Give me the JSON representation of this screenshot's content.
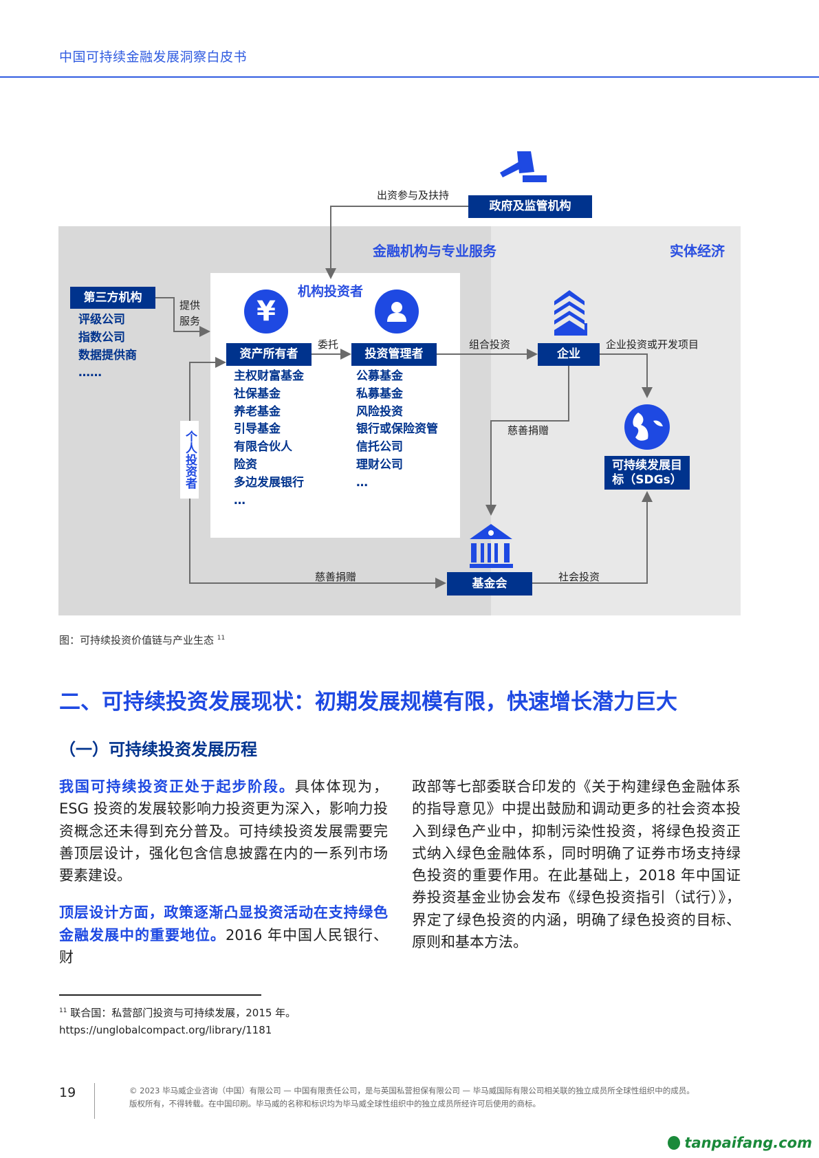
{
  "header": {
    "title": "中国可持续金融发展洞察白皮书"
  },
  "diagram": {
    "gov_label": "政府及监管机构",
    "gov_arrow_label": "出资参与及扶持",
    "zone_finance": "金融机构与专业服务",
    "zone_real": "实体经济",
    "institutional": "机构投资者",
    "third_party": "第三方机构",
    "third_party_items": [
      "评级公司",
      "指数公司",
      "数据提供商",
      "……"
    ],
    "provide_service": [
      "提供",
      "服务"
    ],
    "asset_owner": "资产所有者",
    "asset_owner_items": [
      "主权财富基金",
      "社保基金",
      "养老基金",
      "引导基金",
      "有限合伙人",
      "险资",
      "多边发展银行",
      "…"
    ],
    "investment_manager": "投资管理者",
    "investment_manager_items": [
      "公募基金",
      "私募基金",
      "风险投资",
      "银行或保险资管",
      "信托公司",
      "理财公司",
      "…"
    ],
    "entrust": "委托",
    "individual": "个人投资者",
    "portfolio": "组合投资",
    "enterprise": "企业",
    "enterprise_invest": "企业投资或开发项目",
    "charity1": "慈善捐赠",
    "charity2": "慈善捐赠",
    "foundation": "基金会",
    "social_invest": "社会投资",
    "sdgs": "可持续发展目标（SDGs）",
    "yen": "¥",
    "colors": {
      "navy": "#00338d",
      "blue": "#1e49e2"
    }
  },
  "caption": {
    "text": "图：可持续投资价值链与产业生态",
    "ref": "11"
  },
  "section": {
    "title": "二、可持续投资发展现状：初期发展规模有限，快速增长潜力巨大",
    "subtitle": "（一）可持续投资发展历程"
  },
  "body": {
    "p1_highlight": "我国可持续投资正处于起步阶段。",
    "p1_text": "具体体现为，ESG 投资的发展较影响力投资更为深入，影响力投资概念还未得到充分普及。可持续投资发展需要完善顶层设计，强化包含信息披露在内的一系列市场要素建设。",
    "p2_highlight": "顶层设计方面，政策逐渐凸显投资活动在支持绿色金融发展中的重要地位。",
    "p2_text": "2016 年中国人民银行、财",
    "p3_text": "政部等七部委联合印发的《关于构建绿色金融体系的指导意见》中提出鼓励和调动更多的社会资本投入到绿色产业中，抑制污染性投资，将绿色投资正式纳入绿色金融体系，同时明确了证券市场支持绿色投资的重要作用。在此基础上，2018 年中国证券投资基金业协会发布《绿色投资指引（试行）》，界定了绿色投资的内涵，明确了绿色投资的目标、原则和基本方法。"
  },
  "footnote": {
    "ref": "11",
    "text": "联合国：私营部门投资与可持续发展，2015 年。",
    "url": "https://unglobalcompact.org/library/1181"
  },
  "footer": {
    "page": "19",
    "line1": "© 2023 毕马威企业咨询（中国）有限公司 — 中国有限责任公司，是与英国私营担保有限公司 — 毕马威国际有限公司相关联的独立成员所全球性组织中的成员。",
    "line2": "版权所有，不得转载。在中国印刷。毕马威的名称和标识均为毕马威全球性组织中的独立成员所经许可后使用的商标。"
  },
  "watermark": "tanpaifang.com"
}
